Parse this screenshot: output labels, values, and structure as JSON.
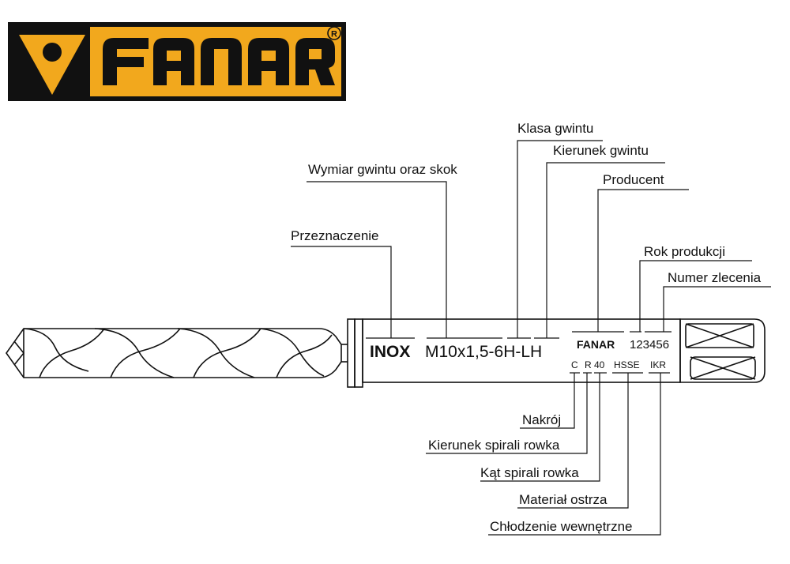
{
  "colors": {
    "brand_yellow": "#F2A81D",
    "brand_black": "#111111",
    "line": "#111111",
    "background": "#FFFFFF"
  },
  "logo": {
    "brand": "FANAR",
    "registered_mark": "®"
  },
  "tool_markings": {
    "purpose": "INOX",
    "thread": "M10x1,5-6H-LH",
    "manufacturer": "FANAR",
    "serial": "123456",
    "chamfer": "C",
    "spiral_direction": "R",
    "spiral_angle": "40",
    "material": "HSSE",
    "cooling": "IKR"
  },
  "callouts_top": [
    "Klasa gwintu",
    "Kierunek gwintu",
    "Wymiar gwintu oraz skok",
    "Producent",
    "Przeznaczenie",
    "Rok produkcji",
    "Numer zlecenia"
  ],
  "callouts_bottom": [
    "Nakrój",
    "Kierunek spirali rowka",
    "Kąt spirali rowka",
    "Materiał ostrza",
    "Chłodzenie wewnętrzne"
  ]
}
